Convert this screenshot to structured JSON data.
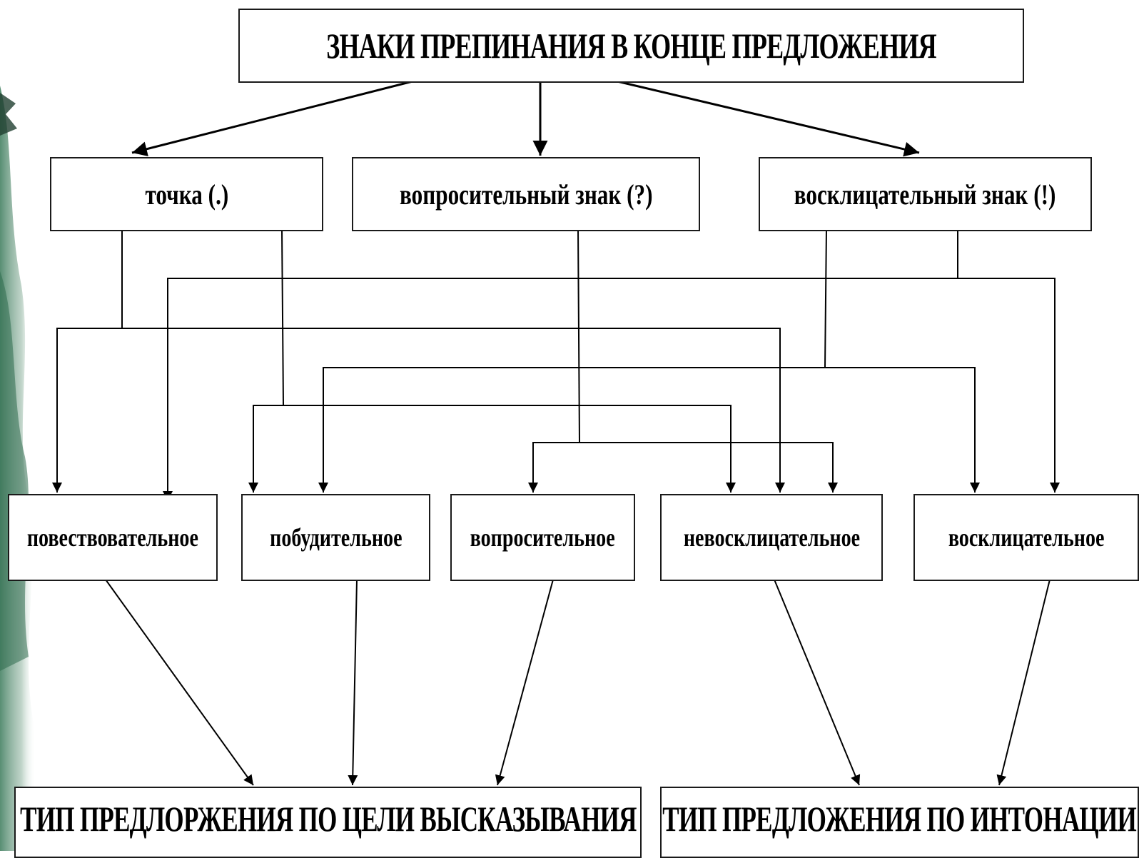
{
  "diagram": {
    "title": "ЗНАКИ ПРЕПИНАНИЯ В КОНЦЕ ПРЕДЛОЖЕНИЯ",
    "signs": [
      {
        "label": "точка (.)"
      },
      {
        "label": "вопросительный знак (?)"
      },
      {
        "label": "восклицательный знак (!)"
      }
    ],
    "sentence_types": [
      {
        "label": "повествовательное"
      },
      {
        "label": "побудительное"
      },
      {
        "label": "вопросительное"
      },
      {
        "label": "невосклицательное"
      },
      {
        "label": "восклицательное"
      }
    ],
    "results": [
      {
        "label": "ТИП ПРЕДЛОРЖЕНИЯ ПО ЦЕЛИ ВЫСКАЗЫВАНИЯ"
      },
      {
        "label": "ТИП ПРЕДЛОЖЕНИЯ ПО ИНТОНАЦИИ"
      }
    ]
  },
  "colors": {
    "line": "#000000",
    "border": "#1a1a1a",
    "decor": "#2f6b4f"
  }
}
